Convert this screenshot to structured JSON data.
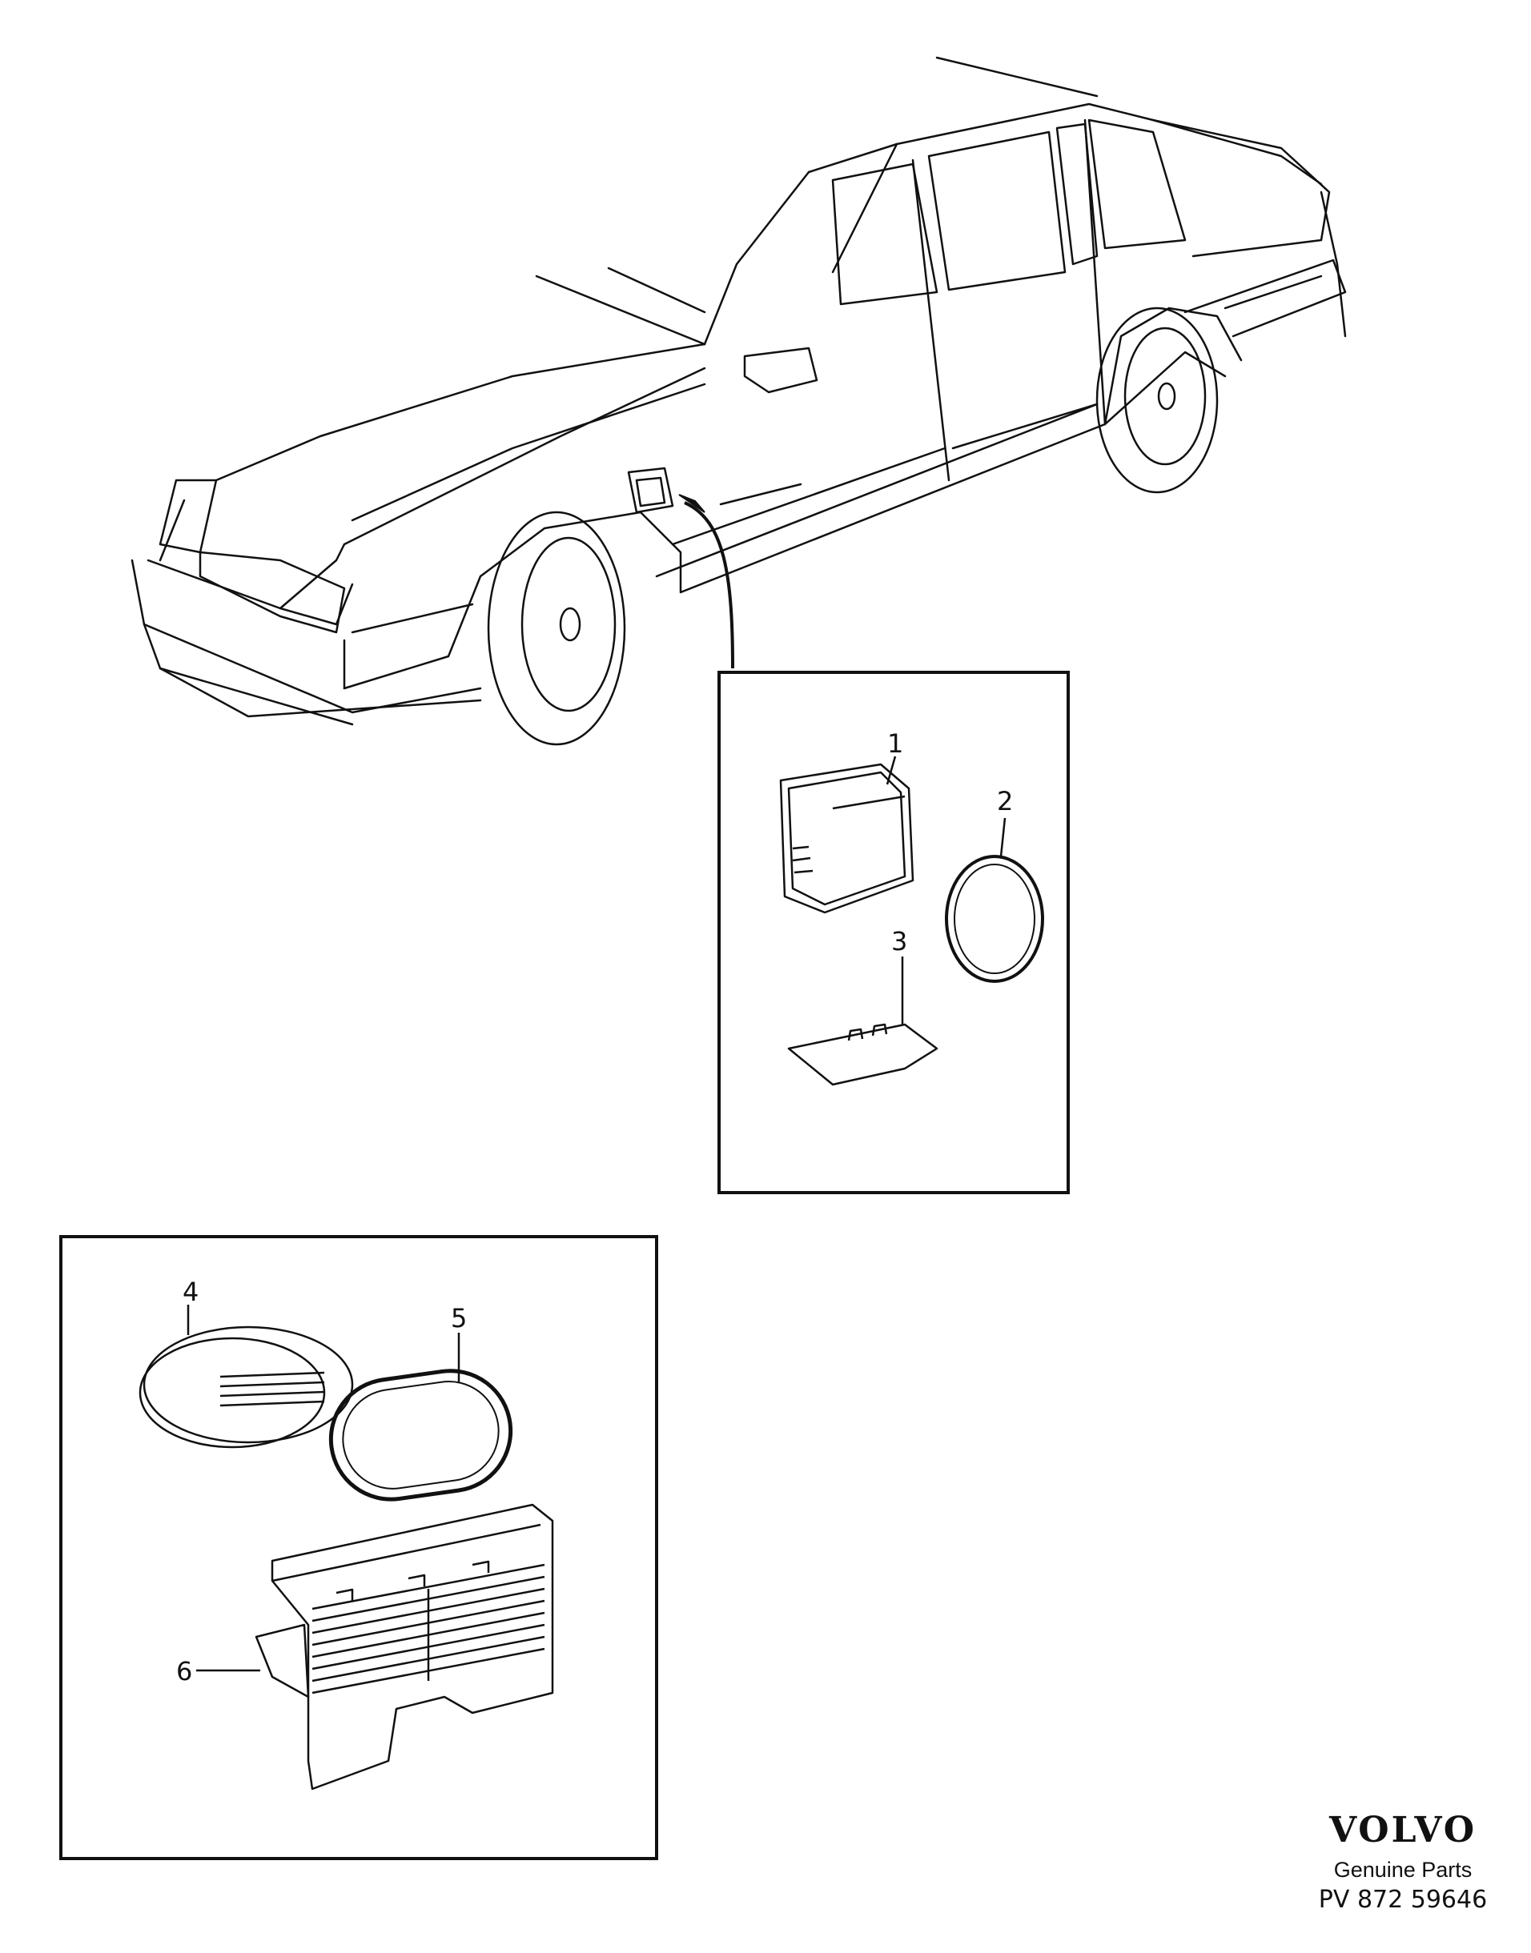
{
  "callouts": [
    "1",
    "2",
    "3",
    "4",
    "5",
    "6"
  ],
  "branding": {
    "logo": "VOLVO",
    "tagline": "Genuine Parts",
    "code": "PV 872 59646"
  },
  "colors": {
    "ink": "#111111",
    "paper": "#ffffff"
  }
}
